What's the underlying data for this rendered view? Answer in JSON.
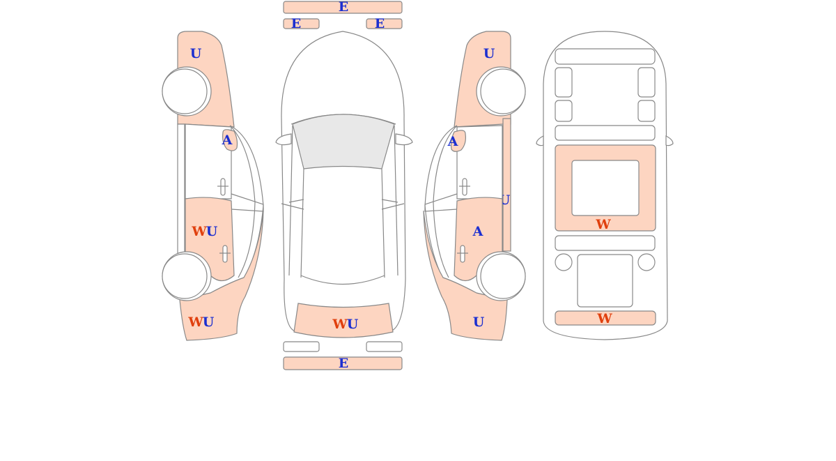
{
  "colors": {
    "damage_fill": "#fdd5c1",
    "outline": "#888888",
    "glass": "#e8e8e8",
    "code_w": "#e0400e",
    "code_blue": "#1c2fd0"
  },
  "labels": {
    "front_bumper": "E",
    "headlight_left": "E",
    "headlight_right": "E",
    "rear_bumper": "E",
    "left_front_fender": "U",
    "left_mirror": "A",
    "left_rear_door_w": "W",
    "left_rear_door_u": "U",
    "left_rear_quarter_w": "W",
    "left_rear_quarter_u": "U",
    "roof_trunk_w": "W",
    "roof_trunk_u": "U",
    "right_front_fender": "U",
    "right_mirror": "A",
    "right_rocker": "U",
    "right_rear_door": "A",
    "right_rear_quarter": "U",
    "interior_floor": "W",
    "interior_trunk": "W"
  }
}
